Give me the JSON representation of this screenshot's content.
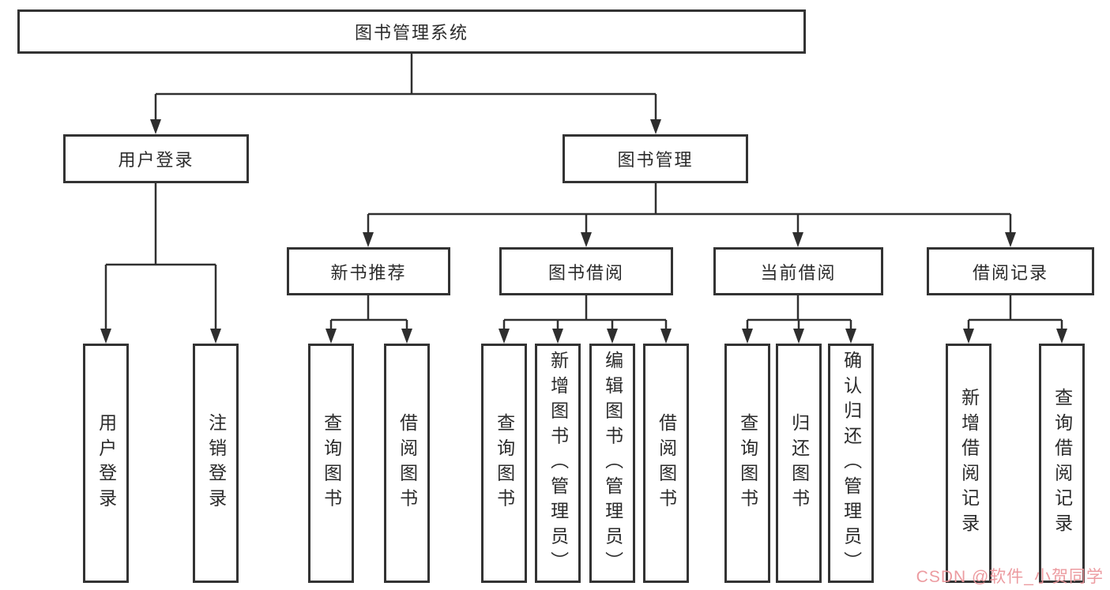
{
  "diagram": {
    "type": "hierarchy-tree",
    "line_color": "#303030",
    "box_border_color": "#333333",
    "background_color": "#ffffff",
    "watermark": {
      "text": "CSDN @软件_小贺同学",
      "color": "#eb969b"
    },
    "tree": {
      "root": {
        "label": "图书管理系统",
        "children": [
          {
            "label": "用户登录",
            "children": [
              {
                "label": "用户登录"
              },
              {
                "label": "注销登录"
              }
            ]
          },
          {
            "label": "图书管理",
            "children": [
              {
                "label": "新书推荐",
                "children": [
                  {
                    "label": "查询图书"
                  },
                  {
                    "label": "借阅图书"
                  }
                ]
              },
              {
                "label": "图书借阅",
                "children": [
                  {
                    "label": "查询图书"
                  },
                  {
                    "label": "新增图书（管理员）"
                  },
                  {
                    "label": "编辑图书（管理员）"
                  },
                  {
                    "label": "借阅图书"
                  }
                ]
              },
              {
                "label": "当前借阅",
                "children": [
                  {
                    "label": "查询图书"
                  },
                  {
                    "label": "归还图书"
                  },
                  {
                    "label": "确认归还（管理员）"
                  }
                ]
              },
              {
                "label": "借阅记录",
                "children": [
                  {
                    "label": "新增借阅记录"
                  },
                  {
                    "label": "查询借阅记录"
                  }
                ]
              }
            ]
          }
        ]
      }
    }
  }
}
